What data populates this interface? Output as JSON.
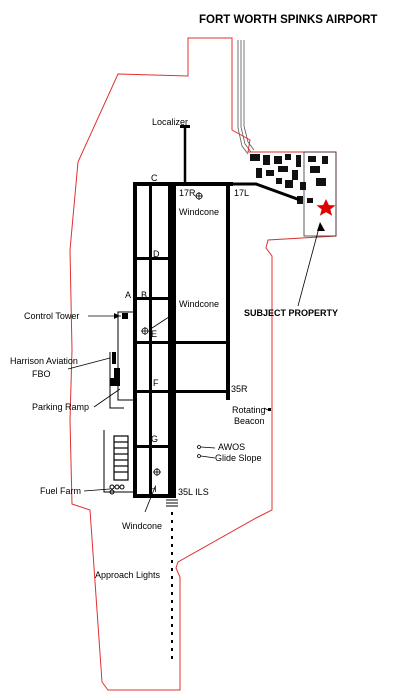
{
  "map": {
    "title": "FORT WORTH SPINKS AIRPORT",
    "colors": {
      "boundary": "#e03030",
      "runway": "#000000",
      "star": "#e00000",
      "road": "#555555"
    },
    "labels": {
      "localizer": "Localizer",
      "windcone_north": "Windcone",
      "windcone_mid": "Windcone",
      "windcone_south": "Windcone",
      "control_tower": "Control Tower",
      "harrison_line1": "Harrison Aviation",
      "harrison_line2": "FBO",
      "parking_ramp": "Parking Ramp",
      "fuel_farm": "Fuel Farm",
      "approach_lights": "Approach Lights",
      "subject_property": "SUBJECT PROPERTY",
      "rotating_beacon_line1": "Rotating",
      "rotating_beacon_line2": "Beacon",
      "awos": "AWOS",
      "glide_slope": "Glide Slope"
    },
    "runways": {
      "r17r": "17R",
      "r17l": "17L",
      "r35r": "35R",
      "r35l": "35L ILS"
    },
    "taxiways": {
      "a": "A",
      "b": "B",
      "c": "C",
      "d": "D",
      "e": "E",
      "f": "F",
      "g": "G",
      "h": "H"
    }
  }
}
